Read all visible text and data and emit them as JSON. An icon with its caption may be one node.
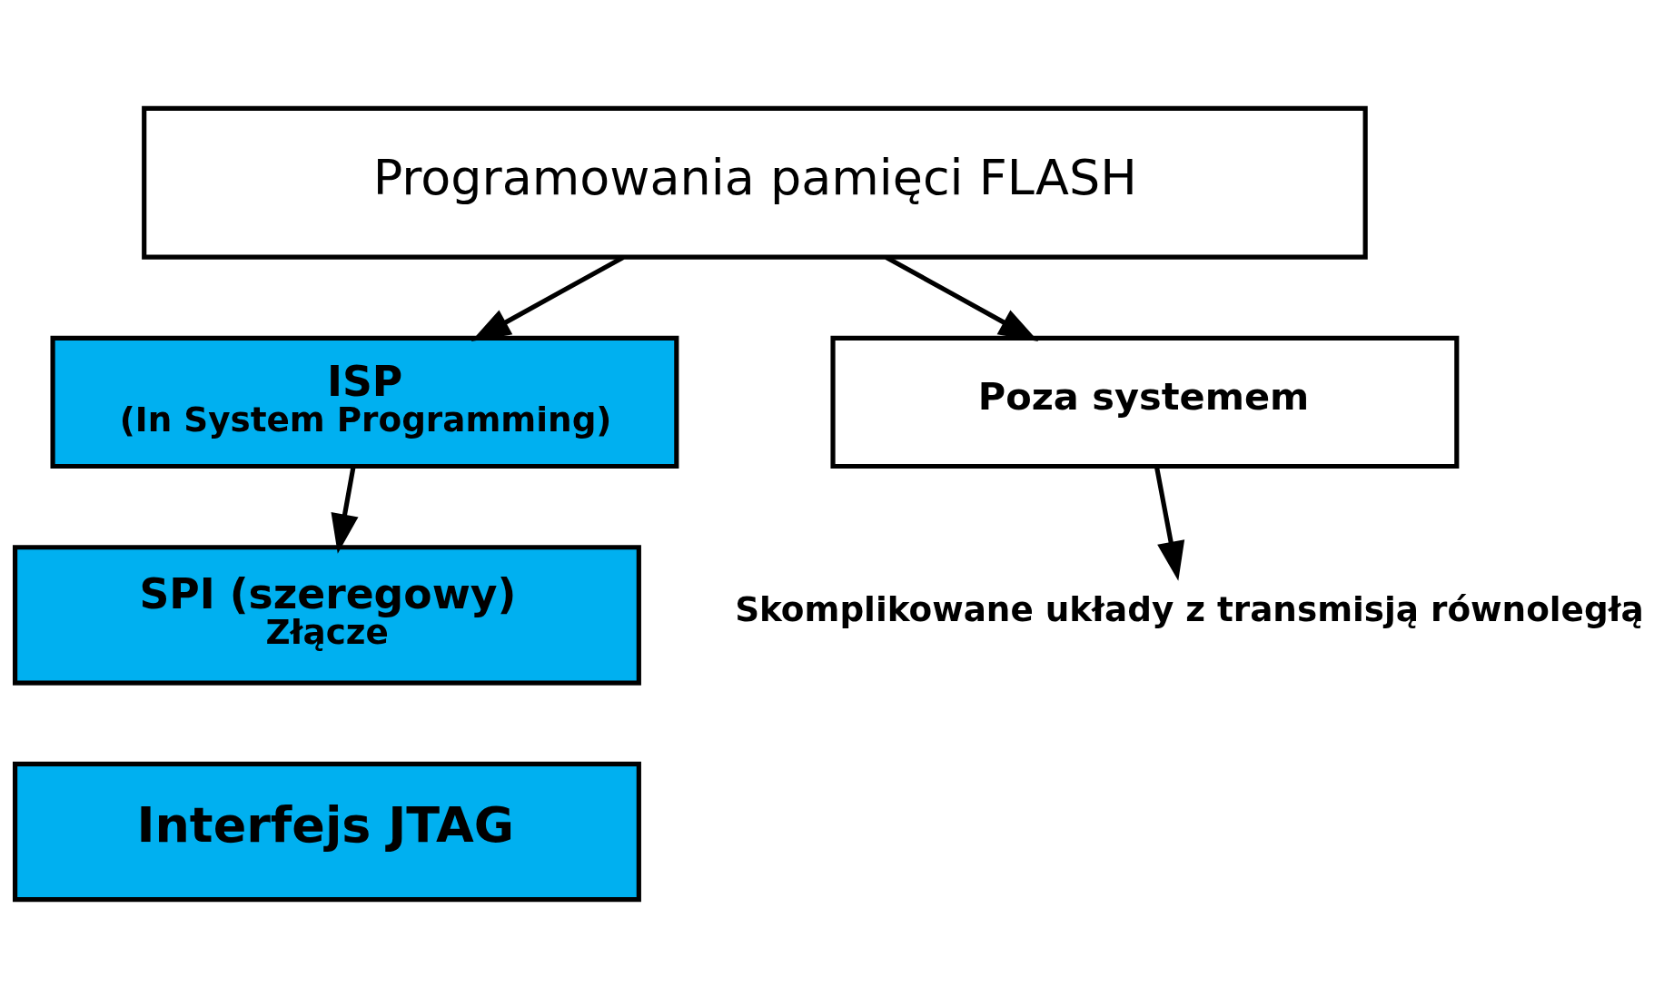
{
  "diagram": {
    "nodes": [
      {
        "text": [
          "Programowania pamięci FLASH"
        ]
      },
      {
        "text": [
          "ISP",
          "(In System Programming)"
        ]
      },
      {
        "text": [
          "SPI (szeregowy)",
          "Złącze"
        ]
      },
      {
        "text": [
          "Interfejs JTAG"
        ]
      },
      {
        "text": [
          "Poza systemem"
        ]
      },
      {
        "text": [
          "Skomplikowane układy z transmisją równoległą"
        ]
      }
    ],
    "edges": [
      {
        "from": 0,
        "to": 1,
        "arrow": "to"
      },
      {
        "from": 0,
        "to": 4,
        "arrow": "to"
      },
      {
        "from": 1,
        "to": 2,
        "arrow": "to"
      },
      {
        "from": 4,
        "to": 5,
        "arrow": "to"
      }
    ]
  }
}
